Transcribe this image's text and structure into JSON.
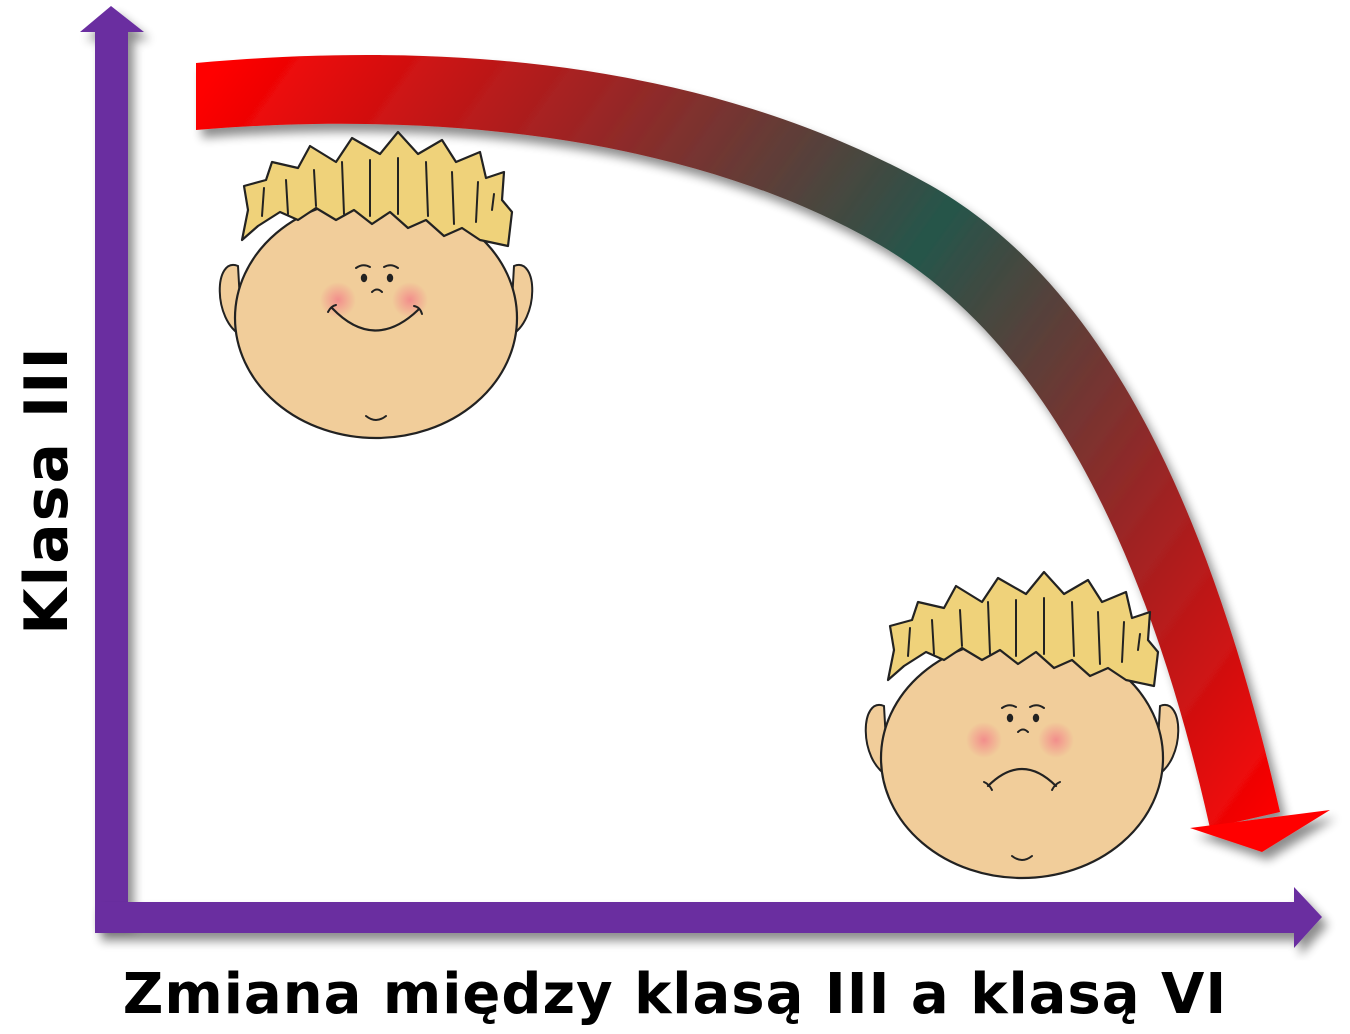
{
  "axes": {
    "y_label": "Klasa III",
    "x_label": "Zmiana między klasą III a klasą VI",
    "axis_color": "#6a2fa0"
  },
  "trend_arrow": {
    "direction": "downward",
    "gradient": [
      "#ff0000",
      "#9e2424",
      "#25554a",
      "#9e2424",
      "#ff0000"
    ]
  },
  "faces": [
    {
      "name": "happy-face",
      "expression": "smiling"
    },
    {
      "name": "sad-face",
      "expression": "frowning"
    }
  ],
  "colors": {
    "hair": "#efd27a",
    "skin": "#f1cd9a",
    "cheek": "#f28b8b",
    "outline": "#222222"
  }
}
